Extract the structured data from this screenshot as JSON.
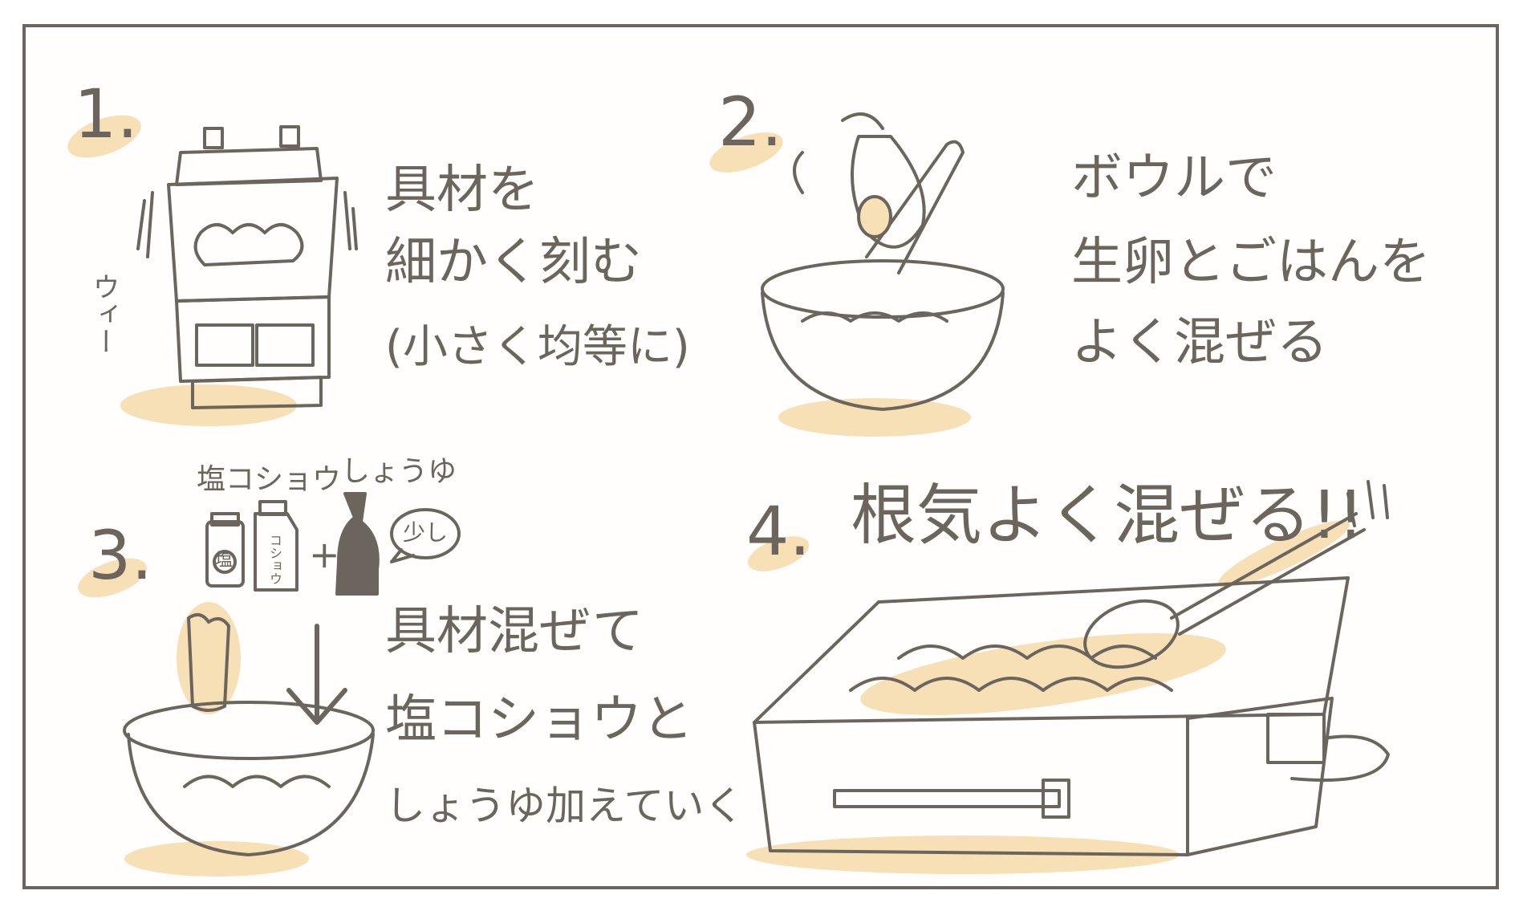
{
  "steps": [
    {
      "number": "1.",
      "lines": [
        "具材を",
        "細かく刻む",
        "(小さく均等に)"
      ]
    },
    {
      "number": "2.",
      "lines": [
        "ボウルで",
        "生卵とごはんを",
        "よく混ぜる"
      ]
    },
    {
      "number": "3.",
      "lines": [
        "具材混ぜて",
        "塩コショウと",
        "しょうゆ加えていく"
      ]
    },
    {
      "number": "4.",
      "lines": [
        "根気よく混ぜる!!"
      ]
    }
  ],
  "labels": {
    "sfx_whir": "ウィー",
    "salt_pepper": "塩コショウ",
    "soy_sauce": "しょうゆ",
    "plus": "+",
    "a_little": "少し",
    "salt_jar": "塩",
    "pepper_jar": "コショウ"
  },
  "colors": {
    "ink": "#6b655d",
    "accent": "#f7dfb6",
    "background": "#fffefc"
  }
}
